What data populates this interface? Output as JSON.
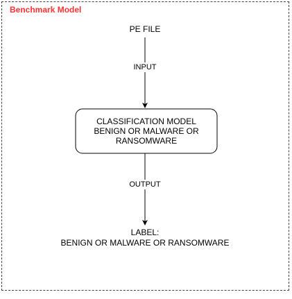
{
  "frame": {
    "title": "Benchmark Model",
    "title_color": "#ff3333",
    "border_color": "#444444"
  },
  "nodes": {
    "input_file": "PE FILE",
    "model_line1": "CLASSIFICATION MODEL",
    "model_line2": "BENIGN OR MALWARE OR",
    "model_line3": "RANSOMWARE",
    "label_line1": "LABEL:",
    "label_line2": "BENIGN OR MALWARE OR RANSOMWARE"
  },
  "edges": {
    "input_label": "INPUT",
    "output_label": "OUTPUT"
  }
}
